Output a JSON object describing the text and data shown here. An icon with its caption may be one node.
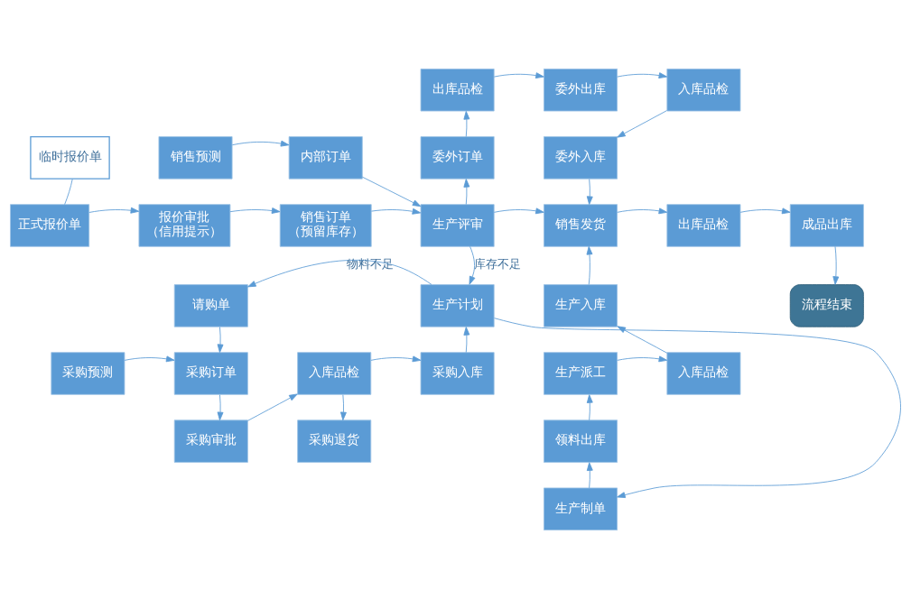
{
  "diagram": {
    "nodes": [
      {
        "text": [
          "临时报价单"
        ]
      },
      {
        "text": [
          "销售预测"
        ]
      },
      {
        "text": [
          "内部订单"
        ]
      },
      {
        "text": [
          "出库品检"
        ]
      },
      {
        "text": [
          "委外出库"
        ]
      },
      {
        "text": [
          "入库品检"
        ]
      },
      {
        "text": [
          "委外订单"
        ]
      },
      {
        "text": [
          "委外入库"
        ]
      },
      {
        "text": [
          "正式报价单"
        ]
      },
      {
        "text": [
          "报价审批",
          "（信用提示）"
        ]
      },
      {
        "text": [
          "销售订单",
          "（预留库存）"
        ]
      },
      {
        "text": [
          "生产评审"
        ]
      },
      {
        "text": [
          "销售发货"
        ]
      },
      {
        "text": [
          "出库品检"
        ]
      },
      {
        "text": [
          "成品出库"
        ]
      },
      {
        "text": [
          "请购单"
        ]
      },
      {
        "text": [
          "生产计划"
        ]
      },
      {
        "text": [
          "生产入库"
        ]
      },
      {
        "text": [
          "流程结束"
        ]
      },
      {
        "text": [
          "采购预测"
        ]
      },
      {
        "text": [
          "采购订单"
        ]
      },
      {
        "text": [
          "入库品检"
        ]
      },
      {
        "text": [
          "采购入库"
        ]
      },
      {
        "text": [
          "生产派工"
        ]
      },
      {
        "text": [
          "入库品检"
        ]
      },
      {
        "text": [
          "采购审批"
        ]
      },
      {
        "text": [
          "采购退货"
        ]
      },
      {
        "text": [
          "领料出库"
        ]
      },
      {
        "text": [
          "生产制单"
        ]
      }
    ],
    "edges": [
      {
        "from": 0,
        "to": 8,
        "arrow": "none"
      },
      {
        "from": 1,
        "to": 2,
        "arrow": "to"
      },
      {
        "from": 2,
        "to": 11,
        "arrow": "to"
      },
      {
        "from": 8,
        "to": 9,
        "arrow": "to"
      },
      {
        "from": 9,
        "to": 10,
        "arrow": "to"
      },
      {
        "from": 10,
        "to": 11,
        "arrow": "to"
      },
      {
        "from": 11,
        "to": 6,
        "arrow": "to"
      },
      {
        "from": 6,
        "to": 3,
        "arrow": "to"
      },
      {
        "from": 3,
        "to": 4,
        "arrow": "to"
      },
      {
        "from": 4,
        "to": 5,
        "arrow": "to"
      },
      {
        "from": 5,
        "to": 7,
        "arrow": "to"
      },
      {
        "from": 7,
        "to": 12,
        "arrow": "to"
      },
      {
        "from": 11,
        "to": 12,
        "arrow": "to"
      },
      {
        "from": 12,
        "to": 13,
        "arrow": "to"
      },
      {
        "from": 13,
        "to": 14,
        "arrow": "to"
      },
      {
        "from": 14,
        "to": 18,
        "arrow": "to"
      },
      {
        "from": 11,
        "to": 16,
        "arrow": "to",
        "label": "库存不足"
      },
      {
        "from": 16,
        "to": 15,
        "arrow": "to",
        "label": "物料不足"
      },
      {
        "from": 15,
        "to": 20,
        "arrow": "to"
      },
      {
        "from": 19,
        "to": 20,
        "arrow": "to"
      },
      {
        "from": 20,
        "to": 25,
        "arrow": "to"
      },
      {
        "from": 25,
        "to": 21,
        "arrow": "to"
      },
      {
        "from": 21,
        "to": 26,
        "arrow": "to"
      },
      {
        "from": 21,
        "to": 22,
        "arrow": "to"
      },
      {
        "from": 22,
        "to": 16,
        "arrow": "to"
      },
      {
        "from": 16,
        "to": 28,
        "arrow": "to"
      },
      {
        "from": 28,
        "to": 27,
        "arrow": "to"
      },
      {
        "from": 27,
        "to": 23,
        "arrow": "to"
      },
      {
        "from": 23,
        "to": 24,
        "arrow": "to"
      },
      {
        "from": 24,
        "to": 17,
        "arrow": "to"
      },
      {
        "from": 17,
        "to": 12,
        "arrow": "to"
      }
    ]
  }
}
